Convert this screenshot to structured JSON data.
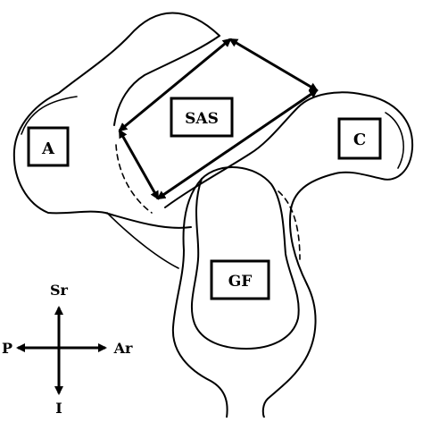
{
  "labels": {
    "acromion": "A",
    "coracoid": "C",
    "subacromial_space": "SAS",
    "glenoid_fossa": "GF"
  },
  "compass": {
    "superior": "Sr",
    "inferior": "I",
    "posterior": "P",
    "anterior": "Ar"
  }
}
